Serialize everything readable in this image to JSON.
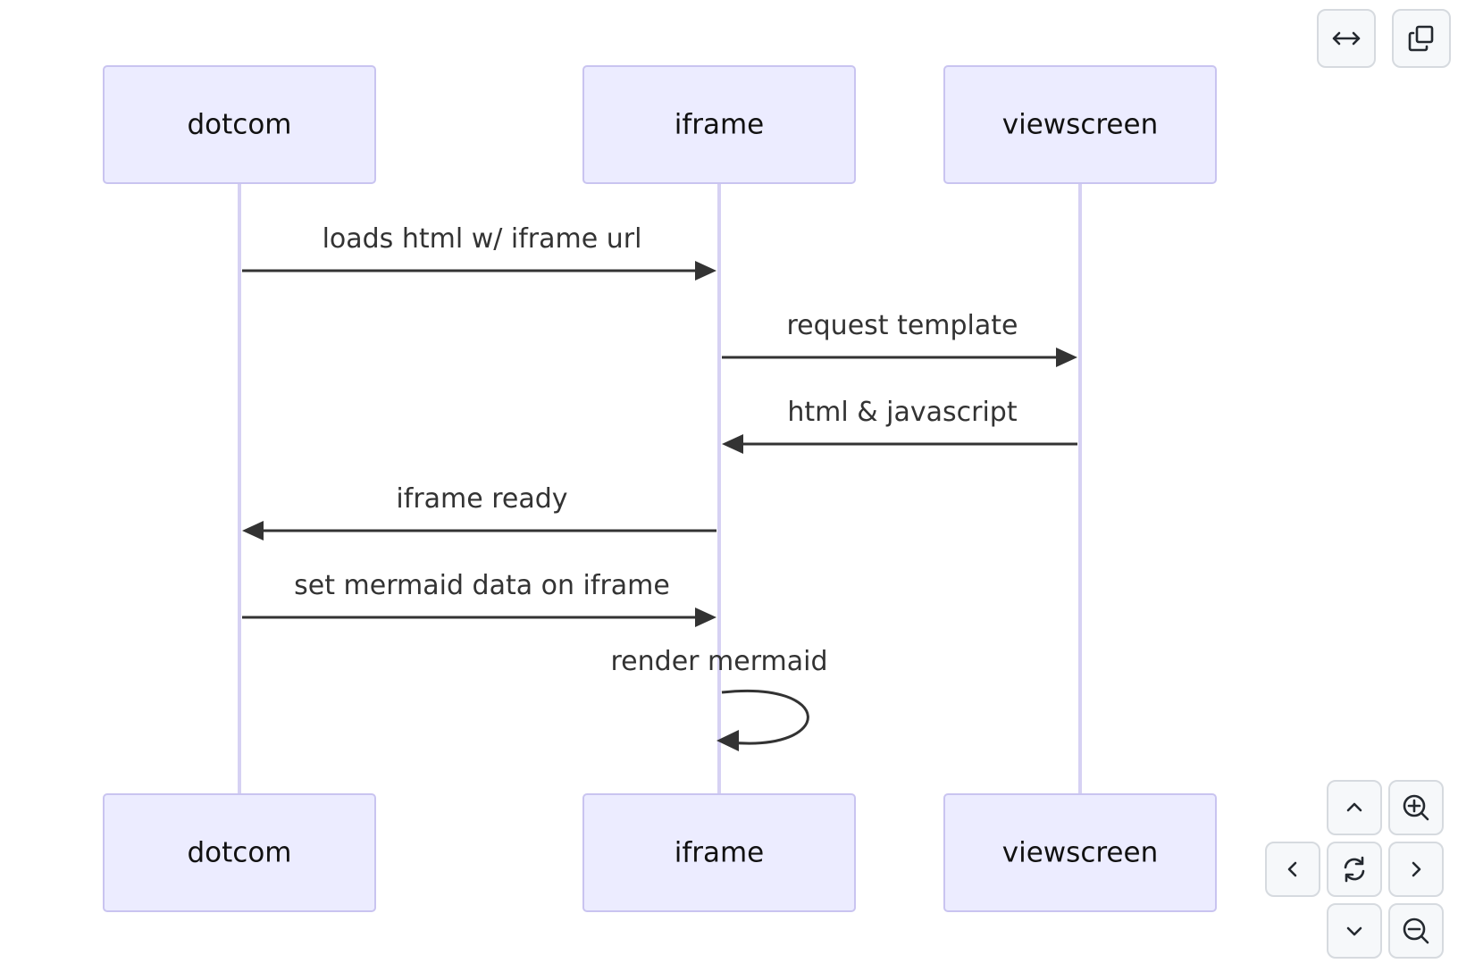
{
  "diagram": {
    "type": "sequence",
    "actors": [
      "dotcom",
      "iframe",
      "viewscreen"
    ],
    "messages": [
      {
        "from": "dotcom",
        "to": "iframe",
        "label": "loads html w/ iframe url"
      },
      {
        "from": "iframe",
        "to": "viewscreen",
        "label": "request template"
      },
      {
        "from": "viewscreen",
        "to": "iframe",
        "label": "html & javascript"
      },
      {
        "from": "iframe",
        "to": "dotcom",
        "label": "iframe ready"
      },
      {
        "from": "dotcom",
        "to": "iframe",
        "label": "set mermaid data on iframe"
      },
      {
        "from": "iframe",
        "to": "iframe",
        "label": "render mermaid"
      }
    ]
  },
  "toolbar": {
    "fullscreen_icon": "arrows-horizontal-icon",
    "copy_icon": "copy-icon"
  },
  "pan_zoom": {
    "icons": [
      "chevron-up-icon",
      "zoom-in-icon",
      "chevron-left-icon",
      "reset-icon",
      "chevron-right-icon",
      "chevron-down-icon",
      "zoom-out-icon"
    ]
  },
  "colors": {
    "actor_fill": "#ececff",
    "actor_border": "#c9c4f0",
    "lifeline": "#d6d1f3",
    "message": "#333333"
  }
}
